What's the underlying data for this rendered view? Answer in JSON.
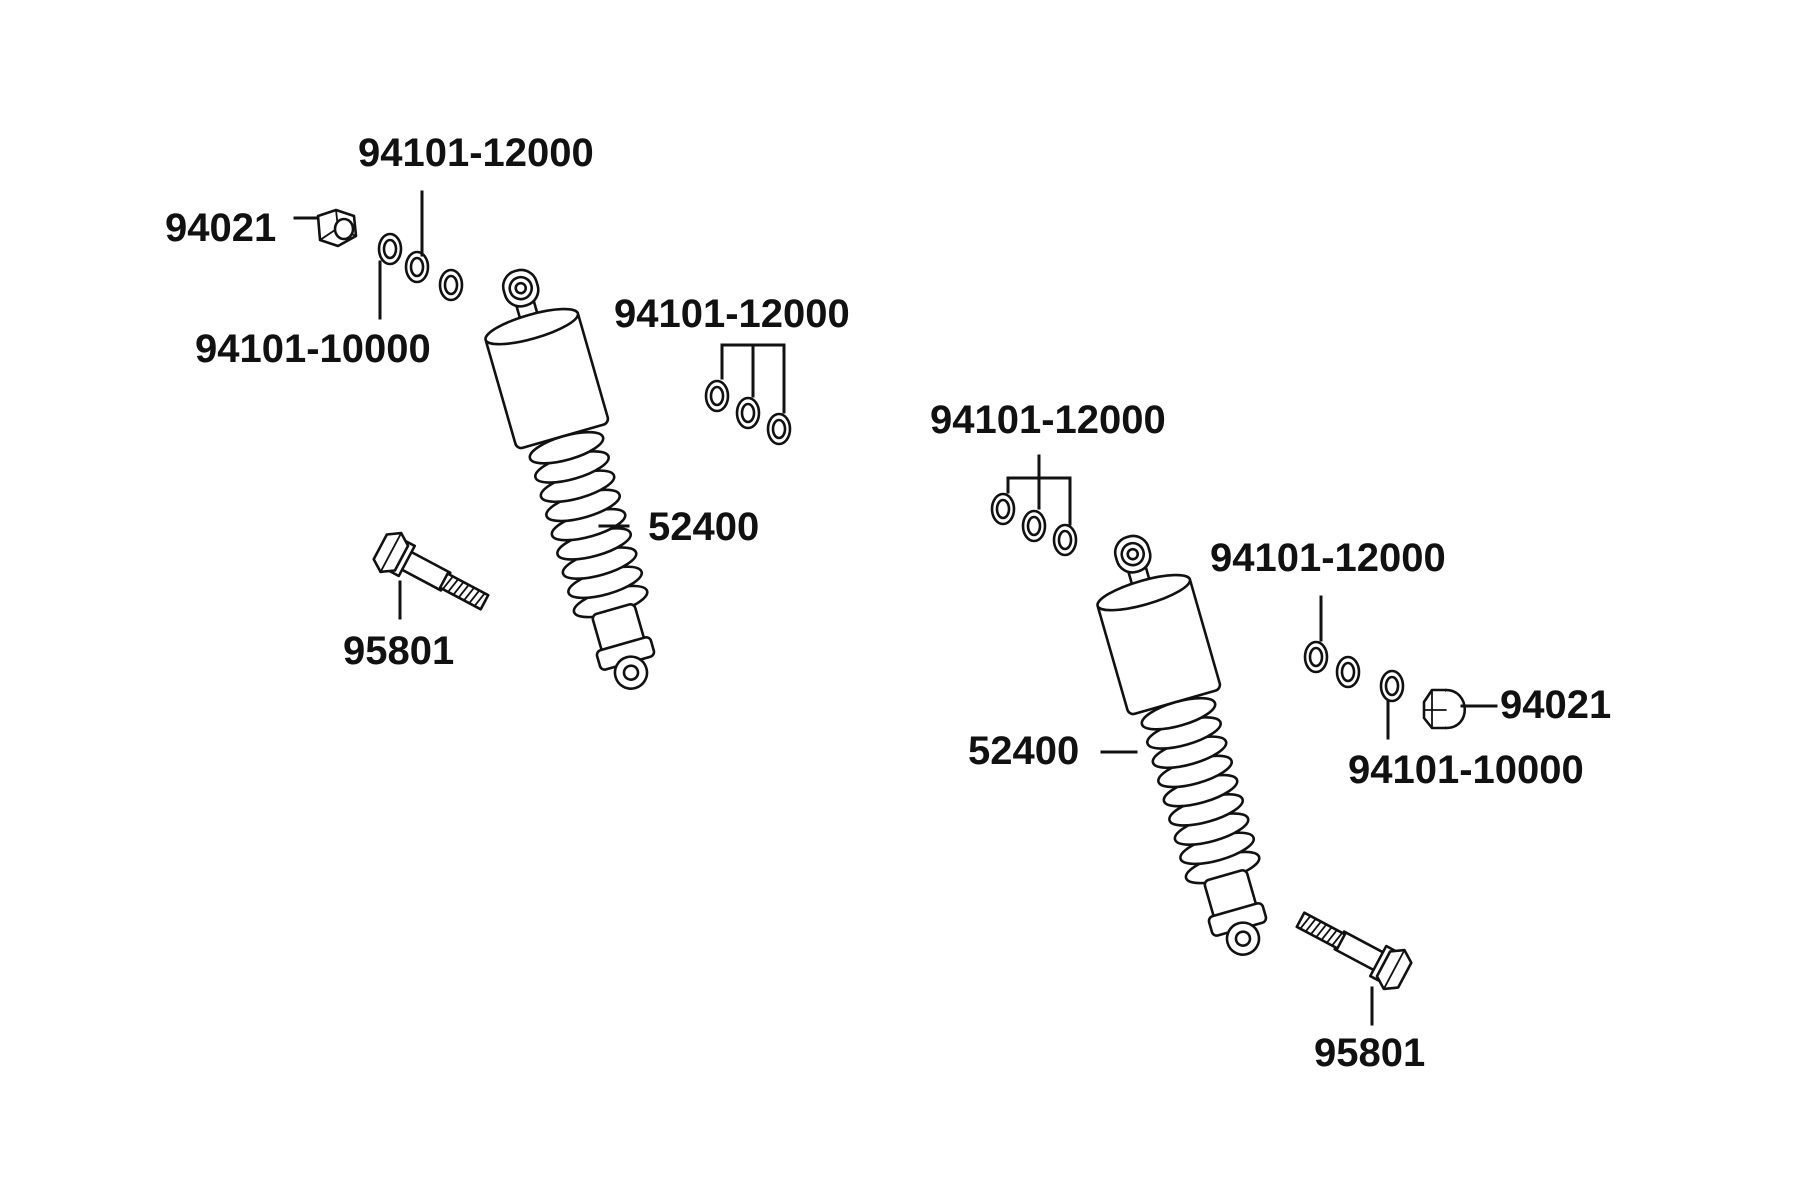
{
  "diagram": {
    "colors": {
      "line": "#111111",
      "background": "#ffffff"
    },
    "left_assembly": {
      "nut": "94021",
      "washer_small": "94101-10000",
      "washer_pair": "94101-12000",
      "washer_triple": "94101-12000",
      "shock_absorber": "52400",
      "bolt": "95801"
    },
    "right_assembly": {
      "washer_triple": "94101-12000",
      "washer_pair": "94101-12000",
      "nut": "94021",
      "washer_small": "94101-10000",
      "shock_absorber": "52400",
      "bolt": "95801"
    }
  }
}
